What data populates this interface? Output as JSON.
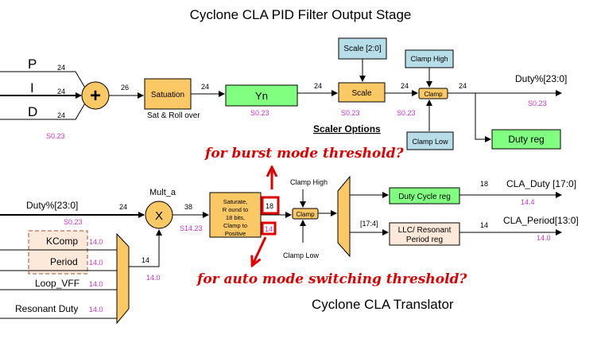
{
  "title": "Cyclone CLA PID Filter Output Stage",
  "subtitle": "Cyclone  CLA Translator",
  "top": {
    "inputs": [
      {
        "label": "P",
        "width": "24"
      },
      {
        "label": "I",
        "width": "24"
      },
      {
        "label": "D",
        "width": "24"
      }
    ],
    "input_format": "S0.23",
    "adder_symbol": "+",
    "adder_out_width": "26",
    "saturation_label": "Satuation",
    "saturation_caption": "Sat & Roll over",
    "sat_out_width": "24",
    "yn_label": "Yn",
    "yn_format": "S0.23",
    "yn_out_width": "24",
    "scale_select_label": "Scale [2:0]",
    "scale_label": "Scale",
    "scale_out_width": "24",
    "scale_format": "S0.23",
    "clamp_high_label": "Clamp High",
    "clamp_label": "Clamp",
    "clamp_low_label": "Clamp Low",
    "clamp_out_width": "24",
    "duty_out_label": "Duty%[23:0]",
    "duty_out_format": "S0.23",
    "duty_reg_label": "Duty reg",
    "scaler_options_label": "Scaler Options"
  },
  "annotations": {
    "burst": "for burst mode threshold?",
    "auto": "for auto mode switching threshold?",
    "burst_value": "18",
    "auto_value": "14"
  },
  "bottom": {
    "duty_in_label": "Duty%[23:0]",
    "duty_in_width": "24",
    "duty_in_format": "S0.23",
    "mult_label": "Mult_a",
    "mult_symbol": "X",
    "mult_out_width": "38",
    "mult_format": "S14.23",
    "mux_inputs": [
      {
        "label": "KComp",
        "format": "14.0"
      },
      {
        "label": "Period",
        "format": "14.0"
      },
      {
        "label": "Loop_VFF",
        "format": "14.0"
      },
      {
        "label": "Resonant Duty",
        "format": "14.0"
      }
    ],
    "mux_out_width": "14",
    "mux_out_format": "14.0",
    "saturate_label": "Saturate, R ound to 18 bits, Clamp to Positive",
    "clamp_high_label": "Clamp High",
    "clamp_label": "Clamp",
    "clamp_low_label": "Clamp Low",
    "duty_cycle_reg_label": "Duty Cycle reg",
    "duty_cycle_width": "18",
    "cla_duty_label": "CLA_Duty [17:0]",
    "cla_duty_format": "14.4",
    "llc_label": "LLC/ Resonant Period reg",
    "llc_slice": "[17:4]",
    "llc_width": "14",
    "cla_period_label": "CLA_Period[13:0]",
    "cla_period_format": "14.0"
  },
  "colors": {
    "orange": "#fbc866",
    "green": "#80ff80",
    "blue": "#b7dde8",
    "peach": "#fde9d9",
    "magenta": "#cc33cc",
    "red": "#e00000"
  }
}
